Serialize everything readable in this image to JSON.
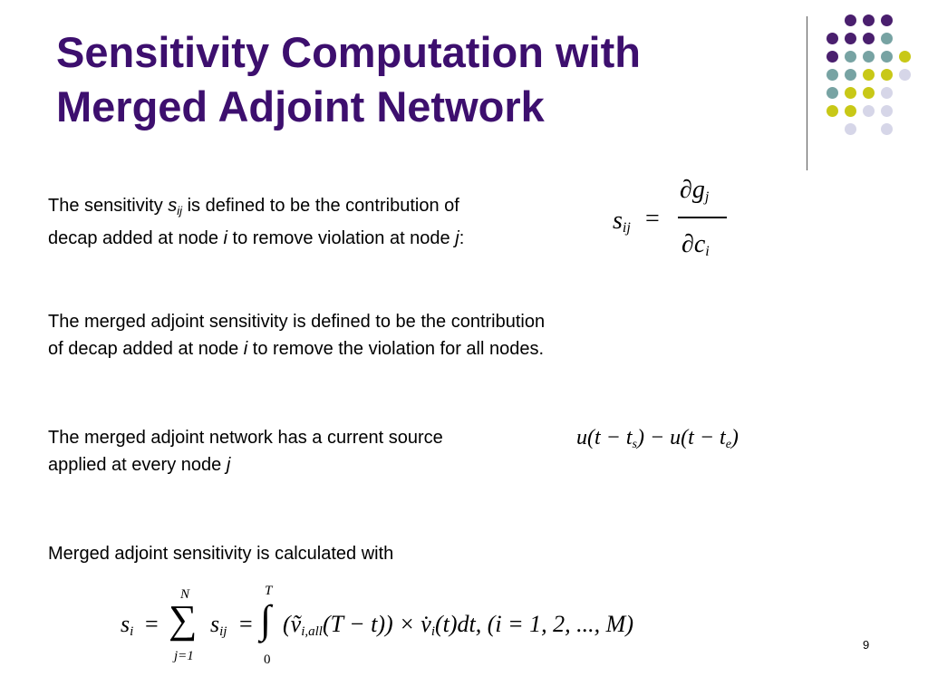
{
  "slide": {
    "title_line1": "Sensitivity Computation with",
    "title_line2": "Merged Adjoint Network",
    "page_number": "9"
  },
  "para1": {
    "before": "The sensitivity ",
    "var_s": "s",
    "var_sub": "ij",
    "after": " is defined to be the contribution of",
    "line2_before": "decap added at node ",
    "line2_var_i": "i",
    "line2_mid": " to remove violation at node ",
    "line2_var_j": "j",
    "line2_end": ":"
  },
  "para2": {
    "line1": "The merged adjoint sensitivity is defined to be the contribution",
    "line2_before": "of decap added at node ",
    "line2_var": "i",
    "line2_after": " to remove the violation for all nodes."
  },
  "para3": {
    "line1": "The merged adjoint network has a current source",
    "line2_before": "applied at every node ",
    "line2_var": "j"
  },
  "para4": {
    "line1": "Merged adjoint sensitivity is calculated with"
  },
  "formula1": {
    "lhs": "s",
    "lhs_sub": "ij",
    "eq": "=",
    "num": "∂g",
    "num_sub": "j",
    "den": "∂c",
    "den_sub": "i"
  },
  "formula2": {
    "text": "u(t − t",
    "sub1": "s",
    "mid": ") − u(t − t",
    "sub2": "e",
    "end": ")"
  },
  "formula3": {
    "s": "s",
    "s_sub": "i",
    "eq1": "=",
    "sum": "∑",
    "sum_top": "N",
    "sum_bottom": "j=1",
    "sij": "s",
    "sij_sub": "ij",
    "eq2": "=",
    "integral": "∫",
    "int_top": "T",
    "int_bottom": "0",
    "body_open": "(",
    "vtilde": "ṽ",
    "vtilde_sub": "i,all",
    "body_mid": "(T − t)) × ",
    "vdot": "v̇",
    "vdot_sub": "i",
    "body_end": "(t)dt,  (i = 1, 2, ..., M)"
  },
  "decor": {
    "colors": {
      "purple": "#4a1f6e",
      "teal": "#77a3a3",
      "yellow": "#c8c817",
      "lavender": "#d6d6e8"
    }
  }
}
